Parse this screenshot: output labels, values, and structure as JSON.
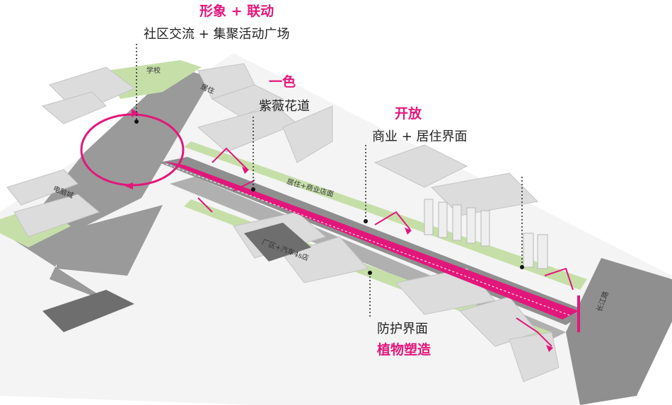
{
  "colors": {
    "accent": "#e2177b",
    "text": "#222222",
    "road": "#8f8f8f",
    "building": "#dcdcdc",
    "green": "#c6dfa9"
  },
  "annotations": {
    "form": {
      "title": "形象 + 联动",
      "subtitle": "社区交流 + 集聚活动广场"
    },
    "color": {
      "title": "一色",
      "subtitle": "紫薇花道"
    },
    "open": {
      "title": "开放",
      "subtitle": "商业 + 居住界面"
    },
    "defense": {
      "subtitle": "防护界面",
      "title": "植物塑造"
    }
  },
  "map_labels": {
    "school": "学校",
    "residence": "居住",
    "electronics_mall": "电脑城",
    "residence_shops": "居住+商业店面",
    "factory_shops": "厂区+汽车4s店",
    "changjiang_road": "长江路"
  }
}
